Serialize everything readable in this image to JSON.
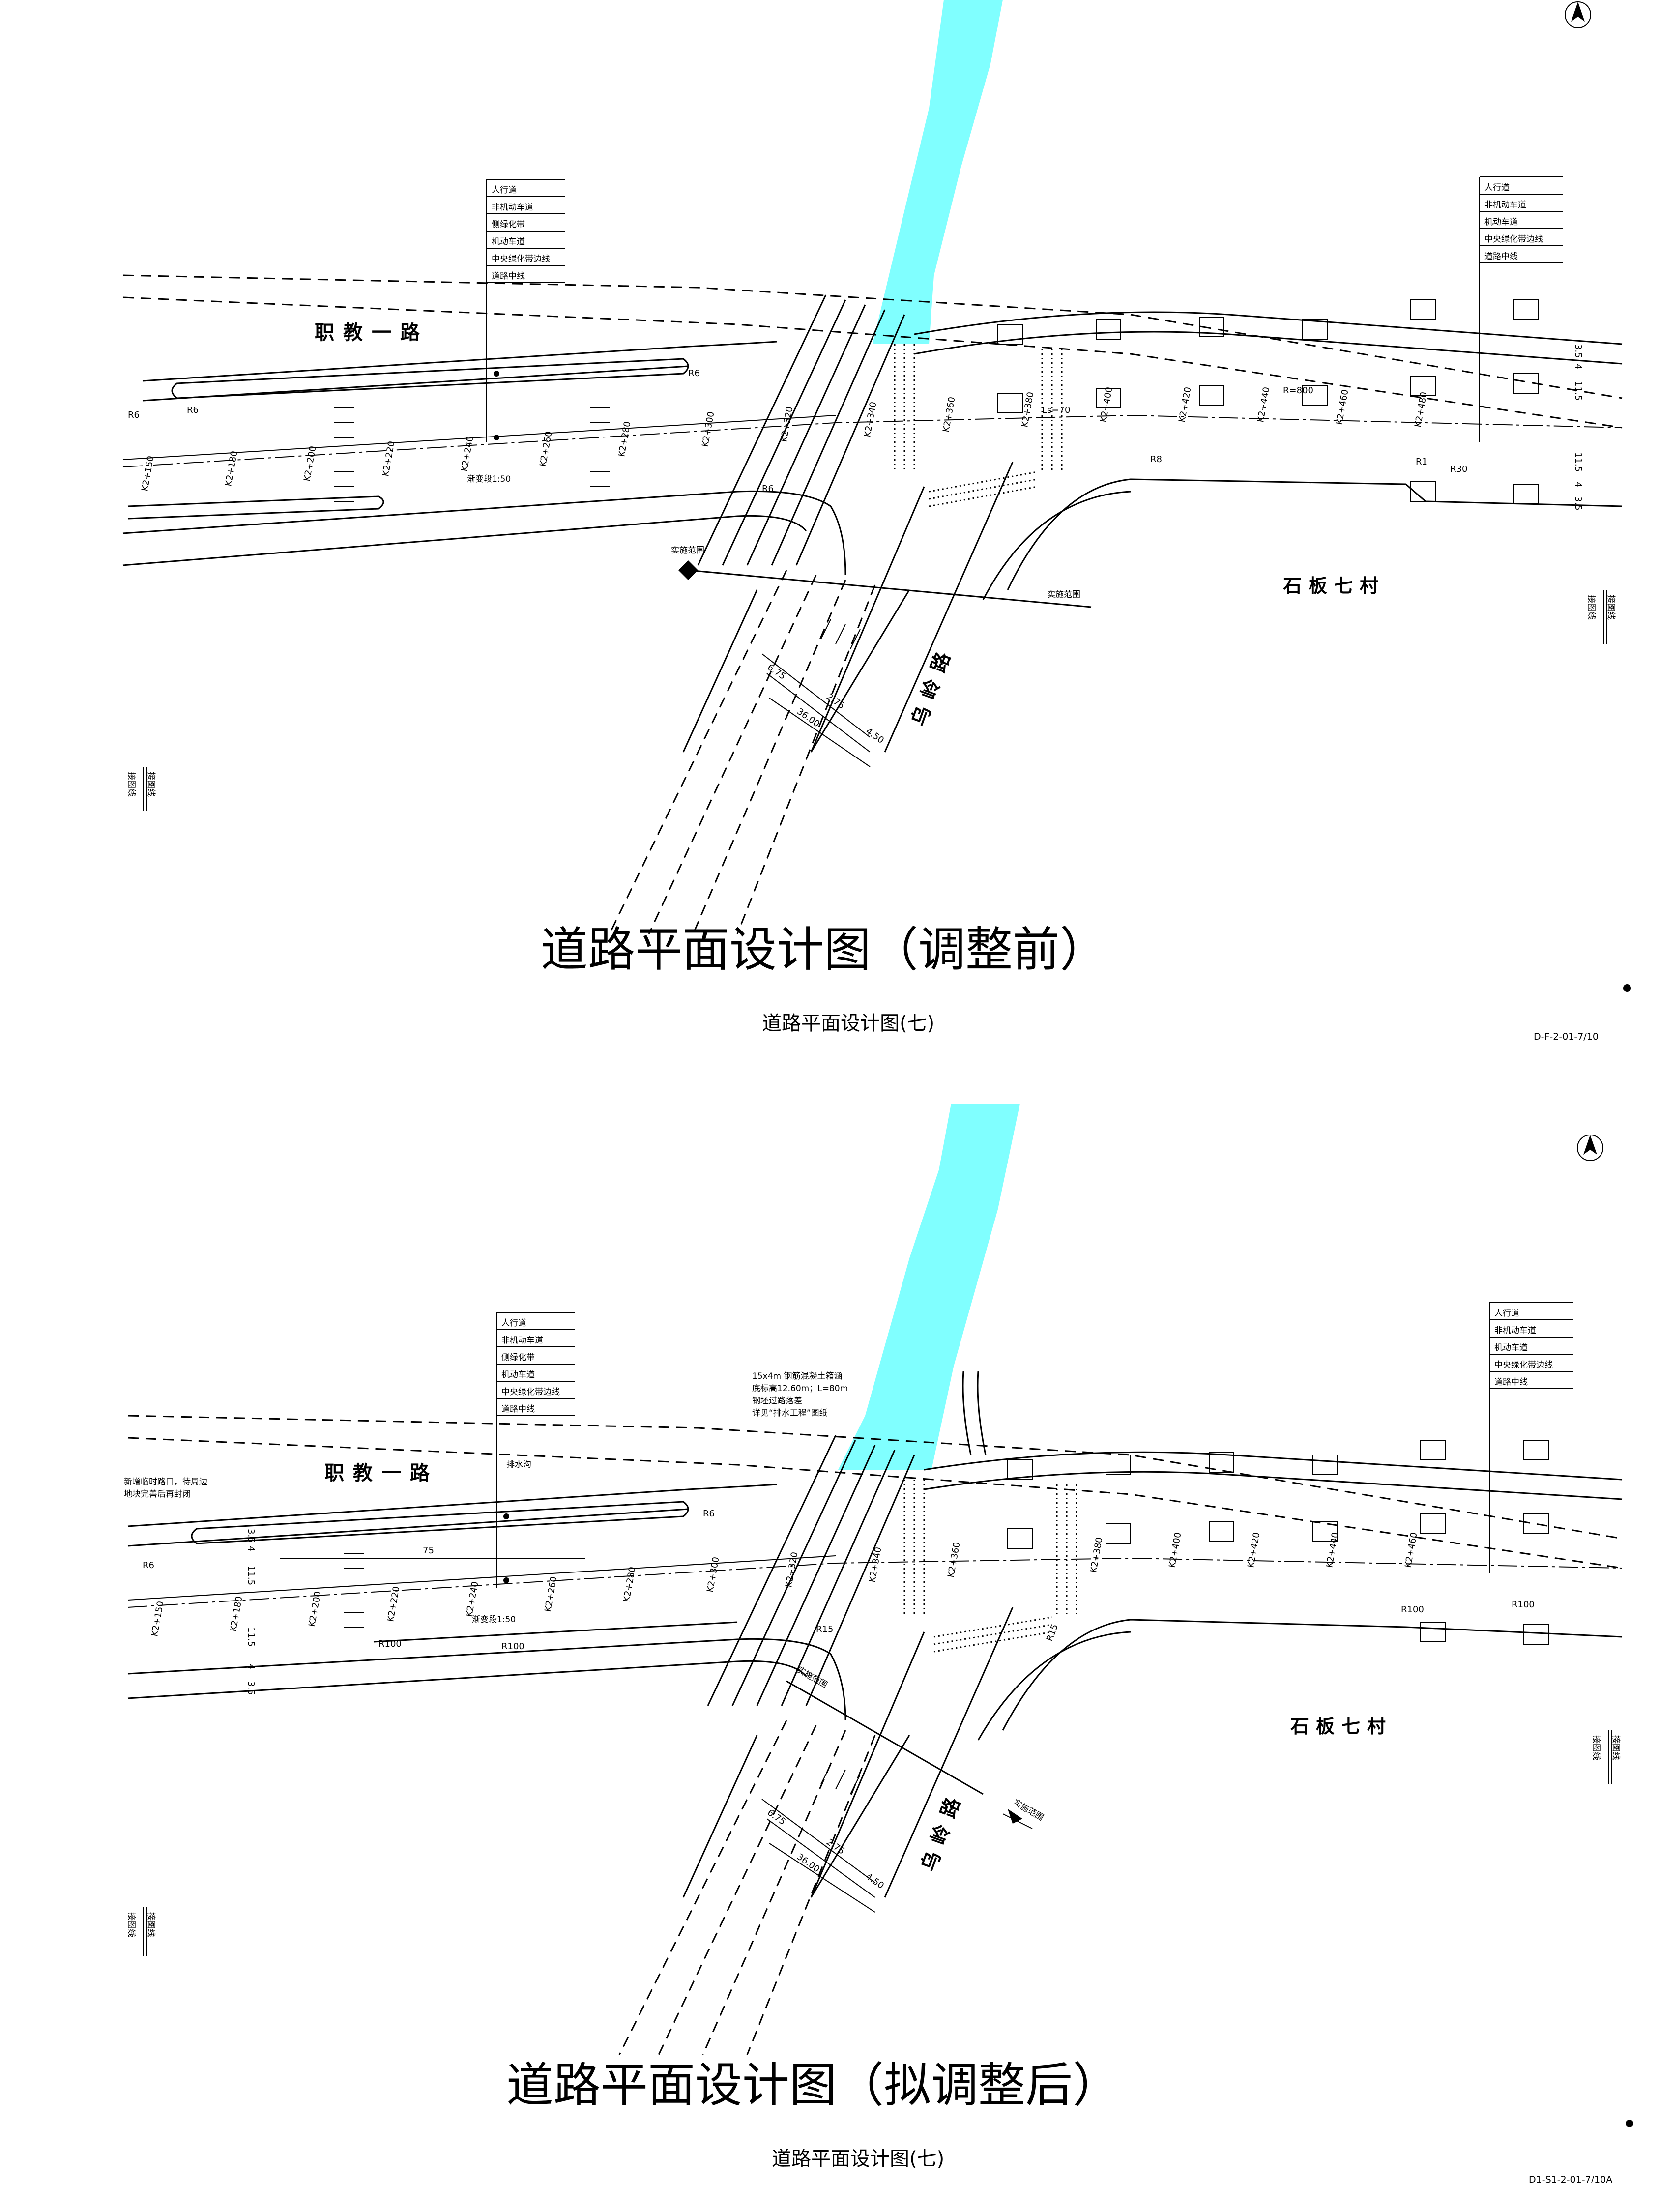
{
  "river_color": "#80FFFF",
  "top": {
    "title": "道路平面设计图（调整前）",
    "subtitle": "道路平面设计图(七)",
    "code": "D-F-2-01-7/10",
    "road_name": "职教一路",
    "cross_road": "乌岭路",
    "village": "石板七村",
    "legend_left": [
      "人行道",
      "非机动车道",
      "侧绿化带",
      "机动车道",
      "中央绿化带边线",
      "道路中线"
    ],
    "legend_right": [
      "人行道",
      "非机动车道",
      "机动车道",
      "中央绿化带边线",
      "道路中线"
    ],
    "stations": [
      "K2+150",
      "K2+180",
      "K2+200",
      "K2+220",
      "K2+240",
      "K2+260",
      "K2+280",
      "K2+300",
      "K2+320",
      "K2+340",
      "K2+360",
      "K2+380",
      "K2+400",
      "K2+420",
      "K2+440",
      "K2+460",
      "K2+480"
    ],
    "transition_note": "渐变段1:50",
    "scope_label": "实施范围",
    "dims": [
      "6.75",
      "2.75",
      "36.00",
      "4.50"
    ],
    "right_dims": [
      "3.5",
      "4",
      "11.5",
      "11.5",
      "4",
      "3.5"
    ],
    "curve_labels": [
      "R6",
      "R6",
      "R6",
      "R6",
      "R8",
      "R30",
      "R1",
      "R=800",
      "Ls=70"
    ],
    "match_line": "接图线"
  },
  "bottom": {
    "title": "道路平面设计图（拟调整后）",
    "subtitle": "道路平面设计图(七)",
    "code": "D1-S1-2-01-7/10A",
    "road_name": "职教一路",
    "cross_road": "乌岭路",
    "village": "石板七村",
    "legend_left": [
      "人行道",
      "非机动车道",
      "侧绿化带",
      "机动车道",
      "中央绿化带边线",
      "道路中线"
    ],
    "legend_right": [
      "人行道",
      "非机动车道",
      "机动车道",
      "中央绿化带边线",
      "道路中线"
    ],
    "stations": [
      "K2+150",
      "K2+180",
      "K2+200",
      "K2+220",
      "K2+240",
      "K2+260",
      "K2+280",
      "K2+300",
      "K2+320",
      "K2+340",
      "K2+360",
      "K2+380",
      "K2+400",
      "K2+420",
      "K2+440",
      "K2+460"
    ],
    "transition_note": "渐变段1:50",
    "scope_label": "实施范围",
    "note_left": [
      "新增临时路口，待周边",
      "地块完善后再封闭"
    ],
    "note_culvert": [
      "15x4m 钢筋混凝土箱涵",
      "底标高12.60m；L=80m",
      "钢坯过路落差",
      "详见“排水工程”图纸"
    ],
    "drain_label": "排水沟",
    "dim_75": "75",
    "dims": [
      "6.75",
      "2.75",
      "36.00",
      "4.50"
    ],
    "left_dims": [
      "3.5",
      "4",
      "11.5",
      "11.5",
      "4",
      "3.5"
    ],
    "curve_labels": [
      "R6",
      "R6",
      "R100",
      "R100",
      "R100",
      "R100",
      "R15",
      "R15"
    ],
    "match_line": "接图线"
  }
}
